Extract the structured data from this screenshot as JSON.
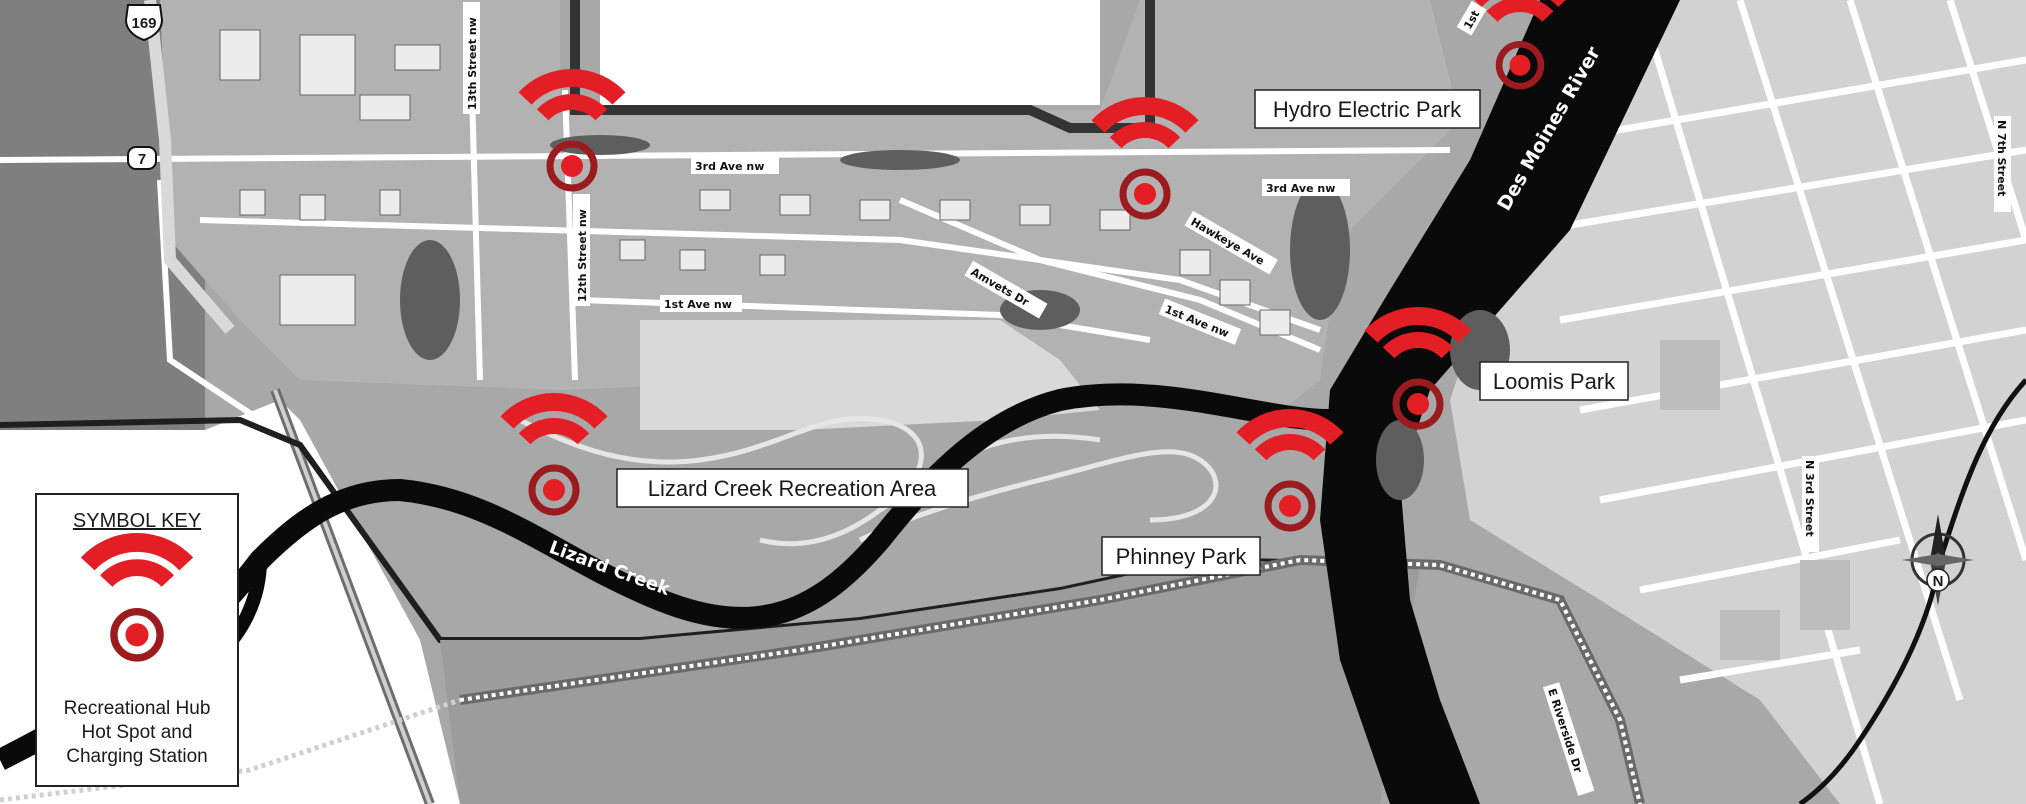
{
  "map": {
    "highway_shields": {
      "us_169": "169",
      "route_7": "7"
    },
    "park_labels": {
      "hydro_electric_park": "Hydro Electric Park",
      "loomis_park": "Loomis Park",
      "lizard_creek_recreation_area": "Lizard Creek Recreation Area",
      "phinney_park": "Phinney Park"
    },
    "water_labels": {
      "des_moines_river": "Des Moines River",
      "lizard_creek": "Lizard Creek"
    },
    "street_labels": {
      "thirteenth_street": "13th Street nw",
      "twelfth_street": "12th Street nw",
      "third_ave_west": "3rd Ave nw",
      "third_ave_east": "3rd Ave nw",
      "first_ave_west": "1st Ave nw",
      "first_ave_east": "1st Ave nw",
      "amvets_dr": "Amvets Dr",
      "hawkeye_ave": "Hawkeye Ave",
      "n_7th_street": "N 7th Street",
      "n_3rd_street": "N 3rd Street",
      "e_riverside_dr": "E Riverside Dr",
      "first_top": "1st"
    },
    "symbol_key": {
      "title": "SYMBOL KEY",
      "line1": "Recreational Hub",
      "line2": "Hot Spot and",
      "line3": "Charging Station"
    },
    "compass": {
      "north": "N"
    },
    "colors": {
      "hotspot_red": "#e31e24",
      "hotspot_dark_red": "#9b1b1f",
      "river": "#0a0a0a",
      "land_dark": "#8a8a8a",
      "land_mid": "#a8a8a8",
      "land_light": "#c9c9c9"
    },
    "icons": {
      "hotspot": "wifi-hotspot-icon",
      "compass": "compass-rose-icon"
    }
  }
}
